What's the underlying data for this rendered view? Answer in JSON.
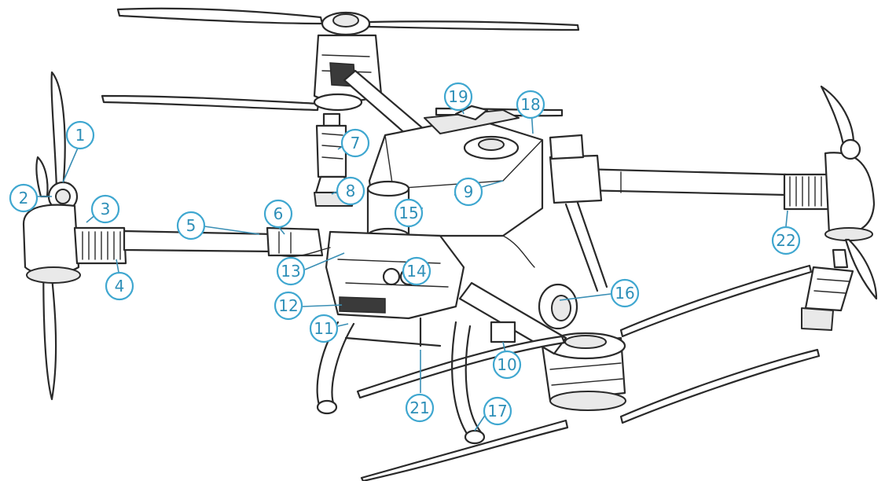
{
  "diagram": {
    "subject": "agricultural-drone-exploded-overview",
    "callouts": [
      {
        "id": "c1",
        "label": "1"
      },
      {
        "id": "c2",
        "label": "2"
      },
      {
        "id": "c3",
        "label": "3"
      },
      {
        "id": "c4",
        "label": "4"
      },
      {
        "id": "c5",
        "label": "5"
      },
      {
        "id": "c6",
        "label": "6"
      },
      {
        "id": "c7",
        "label": "7"
      },
      {
        "id": "c8",
        "label": "8"
      },
      {
        "id": "c9",
        "label": "9"
      },
      {
        "id": "c10",
        "label": "10"
      },
      {
        "id": "c11",
        "label": "11"
      },
      {
        "id": "c12",
        "label": "12"
      },
      {
        "id": "c13",
        "label": "13"
      },
      {
        "id": "c14",
        "label": "14"
      },
      {
        "id": "c15",
        "label": "15"
      },
      {
        "id": "c16",
        "label": "16"
      },
      {
        "id": "c17",
        "label": "17"
      },
      {
        "id": "c18",
        "label": "18"
      },
      {
        "id": "c19",
        "label": "19"
      },
      {
        "id": "c21",
        "label": "21"
      },
      {
        "id": "c22",
        "label": "22"
      }
    ],
    "colors": {
      "callout_stroke": "#3fa7d0",
      "callout_text": "#2e8fb8",
      "line_art": "#2a2a2a",
      "background": "#ffffff"
    }
  }
}
